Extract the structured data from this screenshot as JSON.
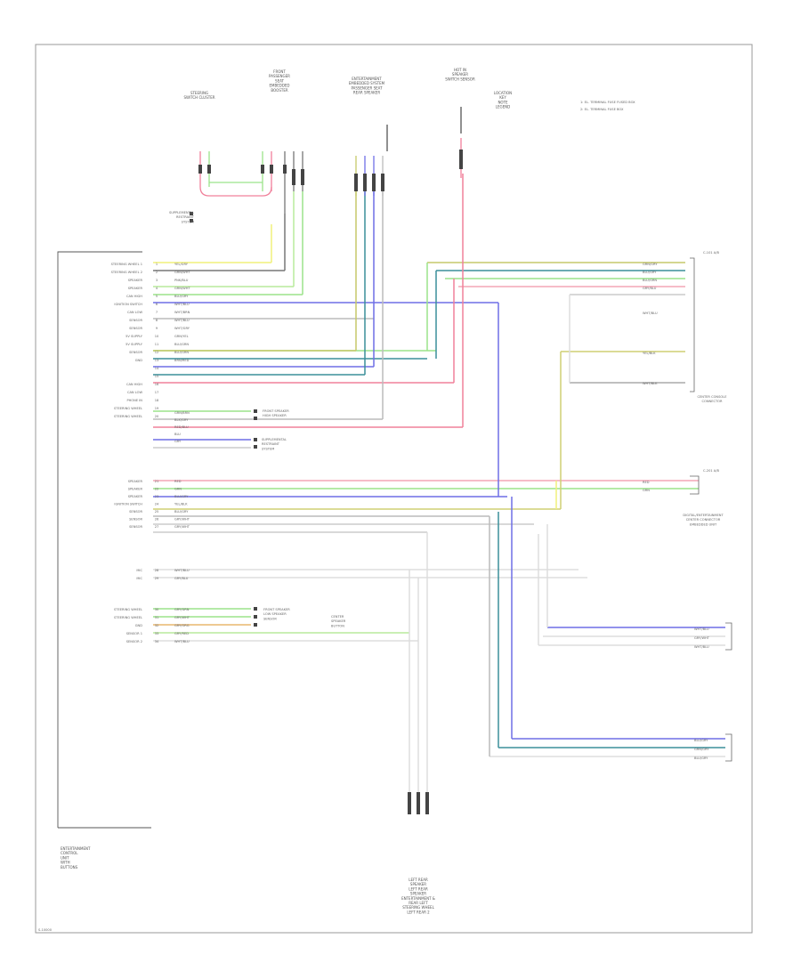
{
  "colors": {
    "frame": "#9a9a9a",
    "yellow": "#f1f07a",
    "green": "#9be38a",
    "blue": "#6f6fe6",
    "teal": "#3b8f9a",
    "red": "#f0809a",
    "pink": "#f4a6b6",
    "olive": "#cfcf74",
    "orange": "#e9b76e",
    "grey": "#b5b5b5",
    "dark": "#333333"
  },
  "module_label": "ENTERTAINMENT\nCONTROL\nUNIT\nWITH\nBUTTONS",
  "page_code": "S-10000",
  "top_components": [
    {
      "name": "connector-front-left",
      "label": "STEERING\nSWITCH CLUSTER"
    },
    {
      "name": "connector-front-right",
      "label": "FRONT\nPASSENGER\nSEAT\nEMBEDDED\nBOOSTER"
    },
    {
      "name": "connector-center",
      "label": "ENTERTAINMENT\nEMBEDDED SYSTEM\nPASSENGER SEAT\nREAR SPEAKER"
    },
    {
      "name": "connector-right",
      "label": "HOT IN\nSPEAKER\nSWITCH SENSOR"
    },
    {
      "name": "legend-block",
      "label": "LOCATION\nKEY\nNOTE\nLEGEND"
    }
  ],
  "legend_notes": [
    "1: EL. TERMINAL FUSE FUSED BOX",
    "2: EL. TERMINAL FUSE BOX"
  ],
  "pins_left": [
    {
      "n": "1",
      "label": "STEERING WHEEL 1"
    },
    {
      "n": "2",
      "label": "STEERING WHEEL 2"
    },
    {
      "n": "3",
      "label": "SPEAKER"
    },
    {
      "n": "4",
      "label": "SPEAKER"
    },
    {
      "n": "5",
      "label": "CAN HIGH"
    },
    {
      "n": "6",
      "label": "IGNITION SWITCH"
    },
    {
      "n": "7",
      "label": "CAN LOW"
    },
    {
      "n": "8",
      "label": "SENSOR"
    },
    {
      "n": "9",
      "label": "SENSOR"
    },
    {
      "n": "10",
      "label": "5V SUPPLY"
    },
    {
      "n": "11",
      "label": "5V SUPPLY"
    },
    {
      "n": "12",
      "label": "SENSOR"
    },
    {
      "n": "13",
      "label": "GND"
    },
    {
      "n": "14",
      "label": ""
    },
    {
      "n": "15",
      "label": ""
    },
    {
      "n": "16",
      "label": "CAN HIGH"
    },
    {
      "n": "17",
      "label": "CAN LOW"
    },
    {
      "n": "18",
      "label": "PHONE IN"
    },
    {
      "n": "19",
      "label": "STEERING WHEEL"
    },
    {
      "n": "20",
      "label": "STEERING WHEEL"
    }
  ],
  "pins_left2": [
    {
      "n": "21",
      "label": "SPEAKER"
    },
    {
      "n": "22",
      "label": "SPEAKER"
    },
    {
      "n": "23",
      "label": "SPEAKER"
    },
    {
      "n": "24",
      "label": "IGNITION SWITCH"
    },
    {
      "n": "25",
      "label": "SENSOR"
    },
    {
      "n": "26",
      "label": "SENSOR"
    },
    {
      "n": "27",
      "label": "SENSOR"
    }
  ],
  "pins_left3": [
    {
      "n": "28",
      "label": "MIC"
    },
    {
      "n": "29",
      "label": "MIC"
    }
  ],
  "pins_left4": [
    {
      "n": "30",
      "label": "STEERING WHEEL"
    },
    {
      "n": "31",
      "label": "STEERING WHEEL"
    },
    {
      "n": "32",
      "label": "GND"
    },
    {
      "n": "33",
      "label": "SENSOR 1"
    },
    {
      "n": "34",
      "label": "SENSOR 2"
    }
  ],
  "wire_colors_left": [
    "YEL/GRY",
    "GRN/WHT",
    "PNK/BLU",
    "GRN/WHT",
    "BLU/GRY",
    "WHT/BLU",
    "WHT/BRN",
    "WHT/BLU",
    "WHT/GRY",
    "GRN/YEL",
    "BLU/GRN",
    "BLU/GRN",
    "BRN/RED"
  ],
  "wire_colors_mid": [
    "GRN/BRN",
    "BLK/GRY",
    "RED/BLU",
    "BLU",
    "GRY"
  ],
  "wire_colors_mid2": [
    "RED",
    "GRN",
    "BLU/GRY",
    "YEL/BLK",
    "BLU/GRY",
    "GRY/WHT",
    "GRY/WHT"
  ],
  "wire_colors_mid3": [
    "WHT/BLU",
    "GRY/BLU"
  ],
  "wire_colors_mid4": [
    "GRY/GRN",
    "GRY/WHT",
    "GRY/ORG",
    "GRY/RED",
    "WHT/BLU"
  ],
  "right_conn1": {
    "title": "C-101 A/B",
    "label": "CENTER CONSOLE\nCONNECTOR",
    "wires": [
      "GRN/GRY",
      "BLU/GRY",
      "BLU/GRN",
      "GRY/BLU",
      "WHT/BLU",
      "YEL/BLK",
      "WHT/BLK"
    ]
  },
  "right_conn2": {
    "title": "C-201 A/B",
    "label": "DIGITAL/ENTERTAINMENT\nCENTER CONNECTOR\nEMBEDDED UNIT",
    "wires": [
      "RED",
      "GRN"
    ]
  },
  "right_conn3": {
    "wires": [
      "WHT/BLU",
      "GRY/WHT",
      "WHT/BLU"
    ]
  },
  "right_conn4": {
    "wires": [
      "BLU/GRY",
      "GRN/GRY",
      "BLU/GRY"
    ]
  },
  "annotations": [
    {
      "name": "front-speaker-note",
      "label": "FRONT SPEAKER\nHIGH SPEAKER"
    },
    {
      "name": "supplemental-note-1",
      "label": "SUPPLEMENTAL\nRESTRAINT\nSYSTEM"
    },
    {
      "name": "supplemental-note-2",
      "label": "SUPPLEMENTAL\nRESTRAINT\nSYSTEM"
    },
    {
      "name": "front-speaker-note-2",
      "label": "FRONT SPEAKER\nLOW SPEAKER\nSENSOR"
    },
    {
      "name": "center-speaker-note",
      "label": "CENTER\nSPEAKER\nBUTTON"
    }
  ],
  "bottom_label": "LEFT REAR\nSPEAKER\nLEFT REAR\nSPEAKER\nENTERTAINMENT &\nREAR LEFT\nSTEERING WHEEL\nLEFT REAR 2"
}
